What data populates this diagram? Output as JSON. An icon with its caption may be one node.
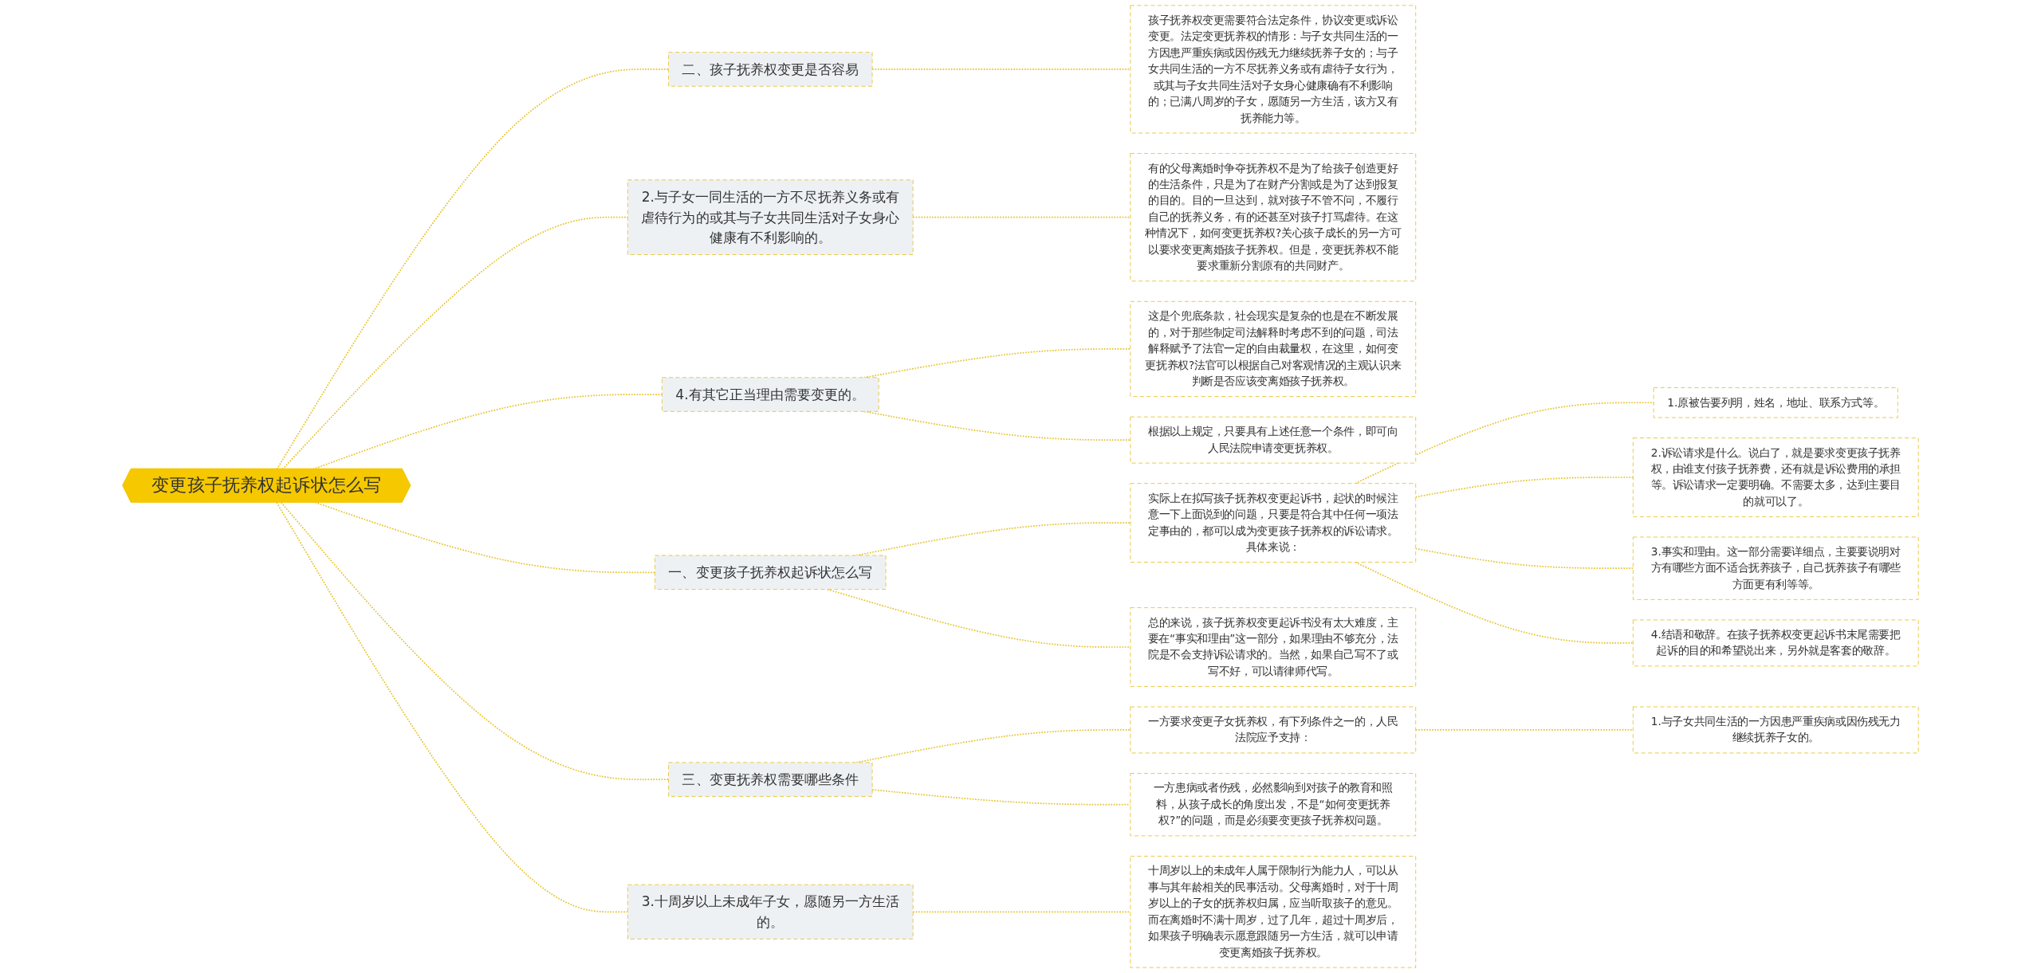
{
  "diagram": {
    "nodes": [
      {
        "text": [
          "变更孩子抚养权起诉状怎么写"
        ]
      },
      {
        "text": [
          "二、孩子抚养权变更是否容易"
        ]
      },
      {
        "text": [
          "孩子抚养权变更需要符合法定条件，协议变更或诉讼变更。法定变更抚养权的情形：与子女共同生活的一方因患严重疾病或因伤残无力继续抚养子女的；与子女共同生活的一方不尽抚养义务或有虐待子女行为，或其与子女共同生活对子女身心健康确有不利影响的；已满八周岁的子女，愿随另一方生活，该方又有抚养能力等。"
        ]
      },
      {
        "text": [
          "2.与子女一同生活的一方不尽抚养义务或有虐待行为的或其与子女共同生活对子女身心健康有不利影响的。"
        ]
      },
      {
        "text": [
          "有的父母离婚时争夺抚养权不是为了给孩子创造更好的生活条件，只是为了在财产分割或是为了达到报复的目的。目的一旦达到，就对孩子不管不问，不履行自己的抚养义务，有的还甚至对孩子打骂虐待。在这种情况下，如何变更抚养权?关心孩子成长的另一方可以要求变更离婚孩子抚养权。但是，变更抚养权不能要求重新分割原有的共同财产。"
        ]
      },
      {
        "text": [
          "4.有其它正当理由需要变更的。"
        ]
      },
      {
        "text": [
          "这是个兜底条款，社会现实是复杂的也是在不断发展的，对于那些制定司法解释时考虑不到的问题，司法解释赋予了法官一定的自由裁量权，在这里，如何变更抚养权?法官可以根据自己对客观情况的主观认识来判断是否应该变离婚孩子抚养权。"
        ]
      },
      {
        "text": [
          "根据以上规定，只要具有上述任意一个条件，即可向人民法院申请变更抚养权。"
        ]
      },
      {
        "text": [
          "一、变更孩子抚养权起诉状怎么写"
        ]
      },
      {
        "text": [
          "实际上在拟写孩子抚养权变更起诉书，起状的时候注意一下上面说到的问题，只要是符合其中任何一项法定事由的，都可以成为变更孩子抚养权的诉讼请求。具体来说："
        ]
      },
      {
        "text": [
          "1.原被告要列明，姓名，地址、联系方式等。"
        ]
      },
      {
        "text": [
          "2.诉讼请求是什么。说白了，就是要求变更孩子抚养权，由谁支付孩子抚养费，还有就是诉讼费用的承担等。诉讼请求一定要明确。不需要太多，达到主要目的就可以了。"
        ]
      },
      {
        "text": [
          "3.事实和理由。这一部分需要详细点，主要要说明对方有哪些方面不适合抚养孩子，自己抚养孩子有哪些方面更有利等等。"
        ]
      },
      {
        "text": [
          "4.结语和敬辞。在孩子抚养权变更起诉书末尾需要把起诉的目的和希望说出来，另外就是客套的敬辞。"
        ]
      },
      {
        "text": [
          "总的来说，孩子抚养权变更起诉书没有太大难度，主要在“事实和理由”这一部分，如果理由不够充分，法院是不会支持诉讼请求的。当然，如果自己写不了或写不好，可以请律师代写。"
        ]
      },
      {
        "text": [
          "三、变更抚养权需要哪些条件"
        ]
      },
      {
        "text": [
          "一方要求变更子女抚养权，有下列条件之一的，人民法院应予支持："
        ]
      },
      {
        "text": [
          "1.与子女共同生活的一方因患严重疾病或因伤残无力继续抚养子女的。"
        ]
      },
      {
        "text": [
          "一方患病或者伤残，必然影响到对孩子的教育和照料，从孩子成长的角度出发，不是“如何变更抚养权?”的问题，而是必须要变更孩子抚养权问题。"
        ]
      },
      {
        "text": [
          "3.十周岁以上未成年子女，愿随另一方生活的。"
        ]
      },
      {
        "text": [
          "十周岁以上的未成年人属于限制行为能力人，可以从事与其年龄相关的民事活动。父母离婚时，对于十周岁以上的子女的抚养权归属，应当听取孩子的意见。而在离婚时不满十周岁，过了几年，超过十周岁后，如果孩子明确表示愿意跟随另一方生活，就可以申请变更离婚孩子抚养权。"
        ]
      }
    ],
    "edges": [
      {
        "from": 0,
        "to": 1,
        "arrow": "none",
        "style": "dashed"
      },
      {
        "from": 1,
        "to": 2,
        "arrow": "none",
        "style": "dashed"
      },
      {
        "from": 0,
        "to": 3,
        "arrow": "none",
        "style": "dashed"
      },
      {
        "from": 3,
        "to": 4,
        "arrow": "none",
        "style": "dashed"
      },
      {
        "from": 0,
        "to": 5,
        "arrow": "none",
        "style": "dashed"
      },
      {
        "from": 5,
        "to": 6,
        "arrow": "none",
        "style": "dashed"
      },
      {
        "from": 5,
        "to": 7,
        "arrow": "none",
        "style": "dashed"
      },
      {
        "from": 0,
        "to": 8,
        "arrow": "none",
        "style": "dashed"
      },
      {
        "from": 8,
        "to": 9,
        "arrow": "none",
        "style": "dashed"
      },
      {
        "from": 9,
        "to": 10,
        "arrow": "none",
        "style": "dashed"
      },
      {
        "from": 9,
        "to": 11,
        "arrow": "none",
        "style": "dashed"
      },
      {
        "from": 9,
        "to": 12,
        "arrow": "none",
        "style": "dashed"
      },
      {
        "from": 9,
        "to": 13,
        "arrow": "none",
        "style": "dashed"
      },
      {
        "from": 8,
        "to": 14,
        "arrow": "none",
        "style": "dashed"
      },
      {
        "from": 0,
        "to": 15,
        "arrow": "none",
        "style": "dashed"
      },
      {
        "from": 15,
        "to": 16,
        "arrow": "none",
        "style": "dashed"
      },
      {
        "from": 16,
        "to": 17,
        "arrow": "none",
        "style": "dashed"
      },
      {
        "from": 15,
        "to": 18,
        "arrow": "none",
        "style": "dashed"
      },
      {
        "from": 0,
        "to": 19,
        "arrow": "none",
        "style": "dashed"
      },
      {
        "from": 19,
        "to": 20,
        "arrow": "none",
        "style": "dashed"
      }
    ]
  }
}
